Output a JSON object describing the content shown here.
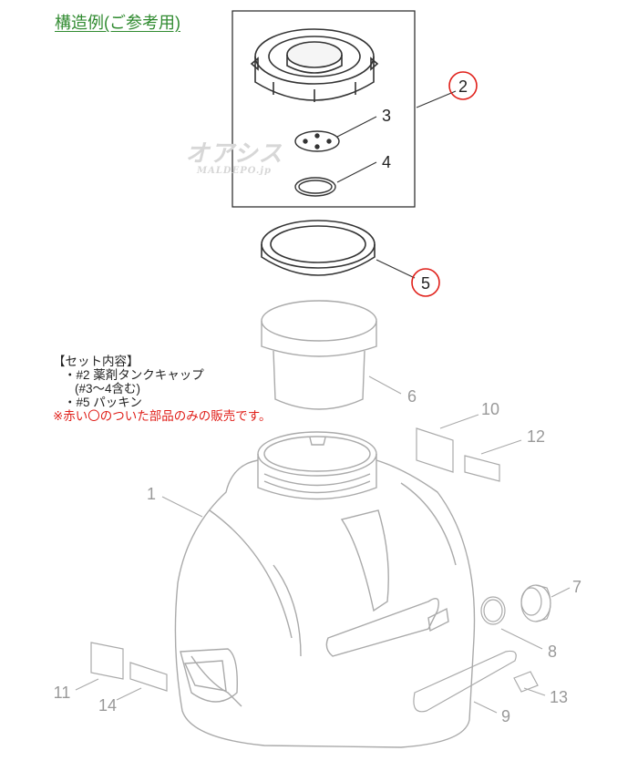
{
  "title": "構造例(ご参考用)",
  "set_contents": {
    "heading": "【セット内容】",
    "lines": [
      "・#2 薬剤タンクキャップ",
      "(#3～4含む)",
      "・#5 パッキン"
    ],
    "note": "※赤い〇のついた部品のみの販売です。"
  },
  "watermark": {
    "line1": "オアシス",
    "line2": "MALDEPO.jp"
  },
  "callouts": [
    "1",
    "2",
    "3",
    "4",
    "5",
    "6",
    "7",
    "8",
    "9",
    "10",
    "11",
    "12",
    "13",
    "14"
  ],
  "colors": {
    "title": "#2f8a2f",
    "note": "#e0201a",
    "highlight_circle": "#e0201a",
    "part_line": "#aaaaaa",
    "dark_line": "#333333"
  }
}
